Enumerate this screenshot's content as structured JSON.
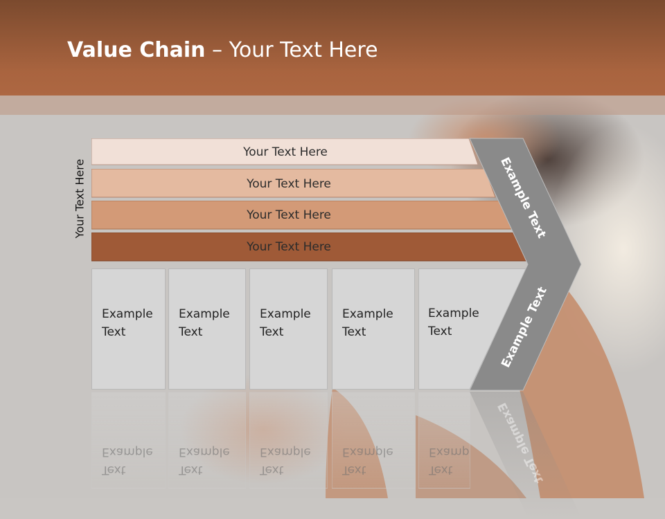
{
  "slide": {
    "title_bold": "Value Chain",
    "title_rest": " – Your Text Here",
    "side_label": "Your Text Here"
  },
  "bars": [
    {
      "label": "Your Text Here",
      "color": "#f1e0d7"
    },
    {
      "label": "Your Text Here",
      "color": "#e4baa0"
    },
    {
      "label": "Your Text Here",
      "color": "#d39a77"
    },
    {
      "label": "Your Text Here",
      "color": "#9f5a37"
    }
  ],
  "boxes": [
    {
      "line1": "Example",
      "line2": "Text"
    },
    {
      "line1": "Example",
      "line2": "Text"
    },
    {
      "line1": "Example",
      "line2": "Text"
    },
    {
      "line1": "Example",
      "line2": "Text"
    },
    {
      "line1": "Example",
      "line2": "Text"
    }
  ],
  "chevron": {
    "top_text": "Example Text",
    "bottom_text": "Example Text",
    "color": "#8a8a8a"
  }
}
